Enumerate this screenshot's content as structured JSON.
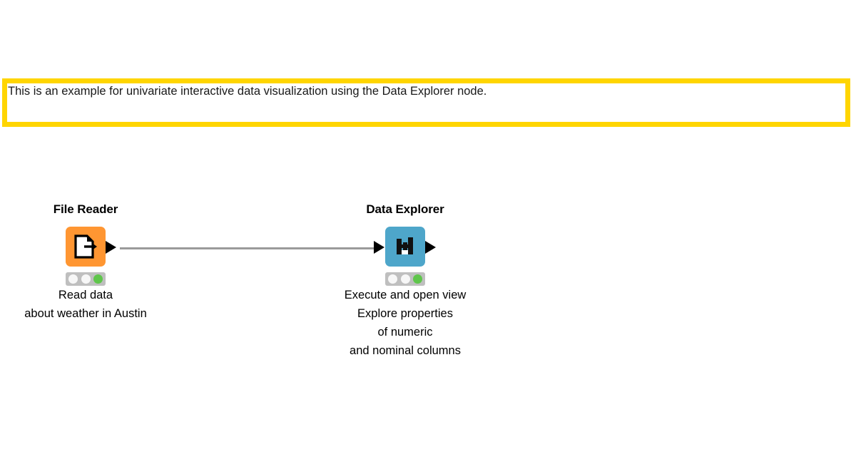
{
  "canvas": {
    "background_color": "#ffffff"
  },
  "annotation": {
    "text": "This is an example for univariate interactive data visualization using the Data Explorer node.",
    "border_color": "#FFD500",
    "background_color": "#ffffff"
  },
  "nodes": [
    {
      "id": "file-reader",
      "title": "File Reader",
      "icon_name": "file-reader-icon",
      "icon_color": "#FF9632",
      "description": "Read data\nabout weather in Austin",
      "status": {
        "lights": [
          "idle",
          "idle",
          "green"
        ],
        "green_color": "#5FC64B"
      },
      "ports": {
        "input": false,
        "output": true
      }
    },
    {
      "id": "data-explorer",
      "title": "Data Explorer",
      "icon_name": "data-explorer-icon",
      "icon_color": "#4EA6CA",
      "description": "Execute and open view\nExplore properties\nof numeric\nand nominal columns",
      "status": {
        "lights": [
          "idle",
          "idle",
          "green"
        ],
        "green_color": "#5FC64B"
      },
      "ports": {
        "input": true,
        "output": true
      }
    }
  ],
  "connection": {
    "from": "file-reader",
    "to": "data-explorer",
    "color": "#9A9A9A"
  }
}
